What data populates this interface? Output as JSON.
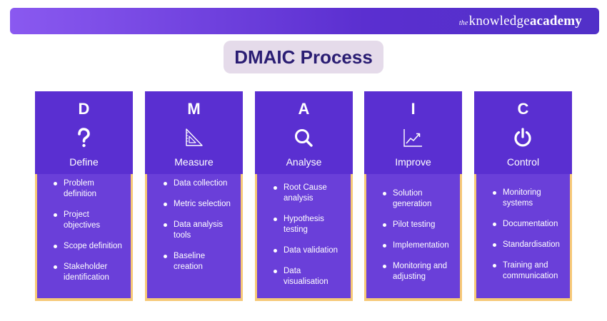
{
  "brand": {
    "the": "the",
    "knowledge": "knowledge",
    "academy": "academy"
  },
  "title": "DMAIC Process",
  "colors": {
    "header_gradient_start": "#8a59f0",
    "header_gradient_end": "#5130c8",
    "card_head": "#5a2fd1",
    "card_body": "#6a3fd9",
    "card_border": "#f6c877",
    "title_pill": "#e5dbea",
    "title_text": "#2a1d73"
  },
  "phases": [
    {
      "letter": "D",
      "label": "Define",
      "icon": "question-mark-icon",
      "items": [
        "Problem definition",
        "Project objectives",
        "Scope definition",
        "Stakeholder identification"
      ]
    },
    {
      "letter": "M",
      "label": "Measure",
      "icon": "set-square-ruler-icon",
      "items": [
        "Data collection",
        "Metric selection",
        "Data analysis tools",
        "Baseline creation"
      ]
    },
    {
      "letter": "A",
      "label": "Analyse",
      "icon": "magnifier-icon",
      "items": [
        "Root Cause analysis",
        "Hypothesis testing",
        "Data validation",
        "Data visualisation"
      ]
    },
    {
      "letter": "I",
      "label": "Improve",
      "icon": "line-chart-up-icon",
      "items": [
        "Solution generation",
        "Pilot testing",
        "Implementation",
        "Monitoring and adjusting"
      ]
    },
    {
      "letter": "C",
      "label": "Control",
      "icon": "power-icon",
      "items": [
        "Monitoring systems",
        "Documentation",
        "Standardisation",
        "Training and communication"
      ]
    }
  ]
}
